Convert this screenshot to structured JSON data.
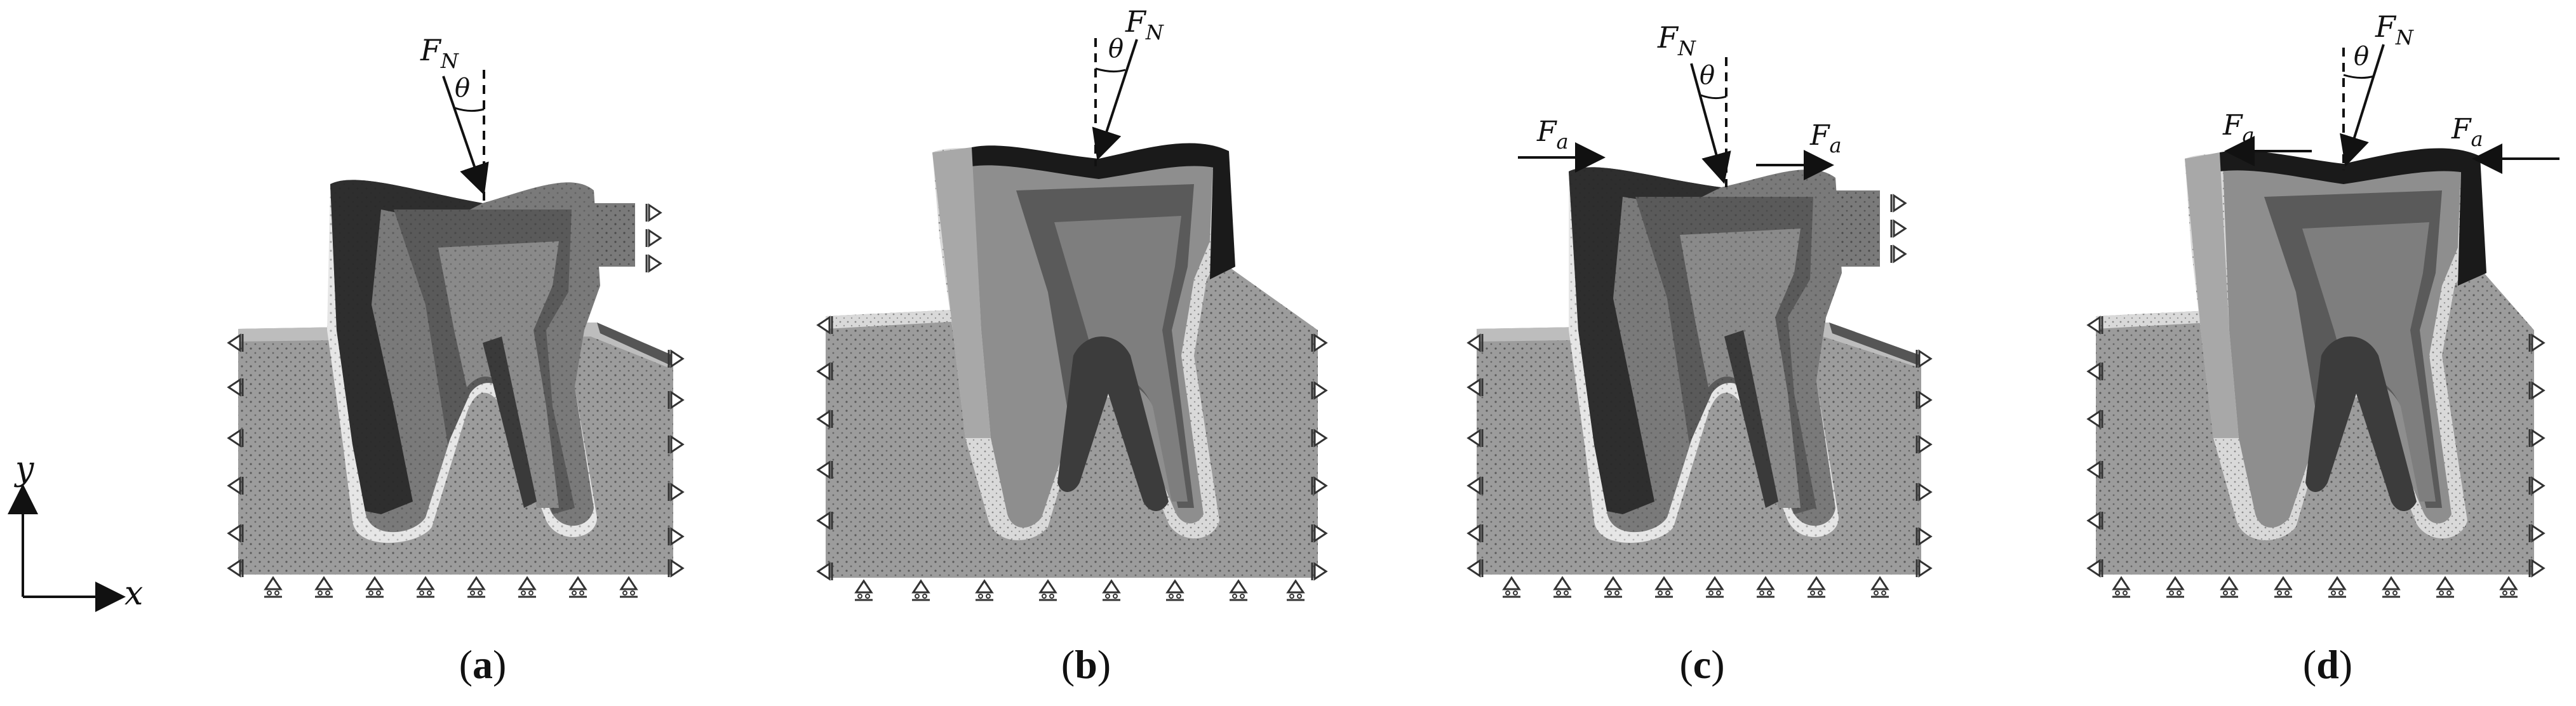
{
  "axes": {
    "x_label": "x",
    "y_label": "y"
  },
  "panels": [
    {
      "id": "a",
      "caption": "a",
      "forces": {
        "normal": "F",
        "normal_sub": "N",
        "angle": "θ",
        "axial": ""
      }
    },
    {
      "id": "b",
      "caption": "b",
      "forces": {
        "normal": "F",
        "normal_sub": "N",
        "angle": "θ",
        "axial": ""
      }
    },
    {
      "id": "c",
      "caption": "c",
      "forces": {
        "normal": "F",
        "normal_sub": "N",
        "angle": "θ",
        "axial": "F",
        "axial_sub": "a"
      }
    },
    {
      "id": "d",
      "caption": "d",
      "forces": {
        "normal": "F",
        "normal_sub": "N",
        "angle": "θ",
        "axial": "F",
        "axial_sub": "a"
      }
    }
  ]
}
